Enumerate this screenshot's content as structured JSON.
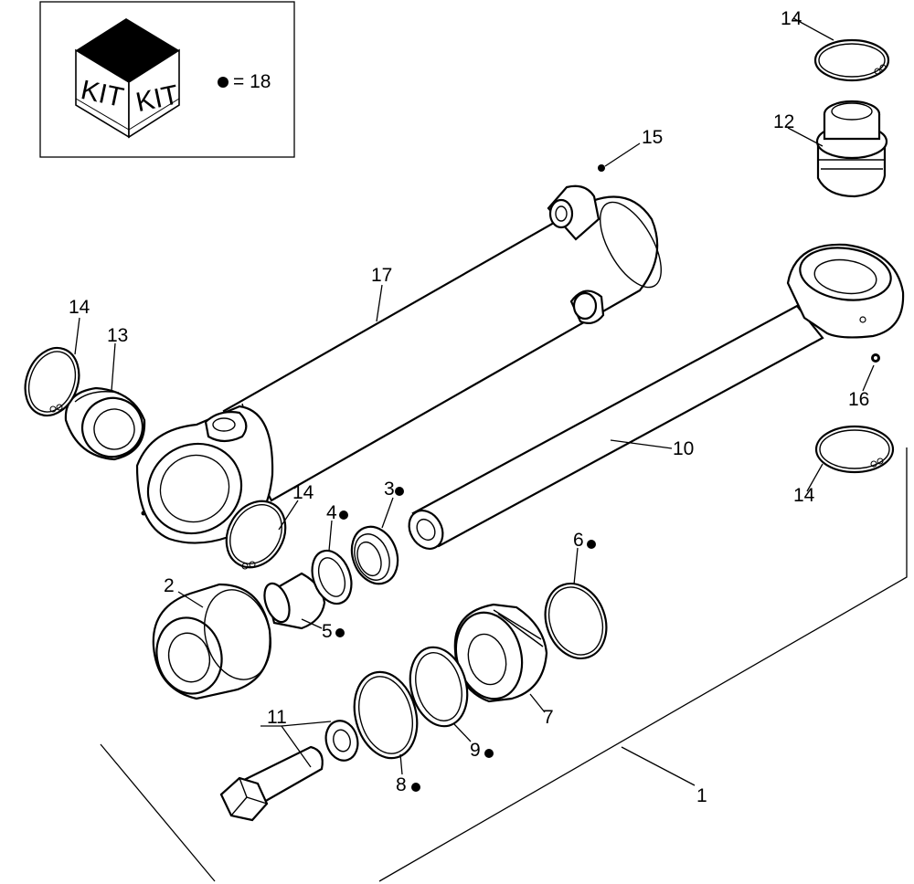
{
  "kit_box": {
    "face_left": "KIT",
    "face_right": "KIT",
    "legend_equals": "= 18"
  },
  "callouts": {
    "c1": "1",
    "c2": "2",
    "c3": "3",
    "c4": "4",
    "c5": "5",
    "c6": "6",
    "c7": "7",
    "c8": "8",
    "c9": "9",
    "c10": "10",
    "c11": "11",
    "c12": "12",
    "c13": "13",
    "c14a": "14",
    "c14b": "14",
    "c14c": "14",
    "c14d": "14",
    "c15": "15",
    "c16": "16",
    "c17": "17"
  },
  "kit_marked_parts": [
    "3",
    "4",
    "5",
    "6",
    "8",
    "9"
  ],
  "colors": {
    "line": "#000000",
    "background": "#ffffff"
  }
}
